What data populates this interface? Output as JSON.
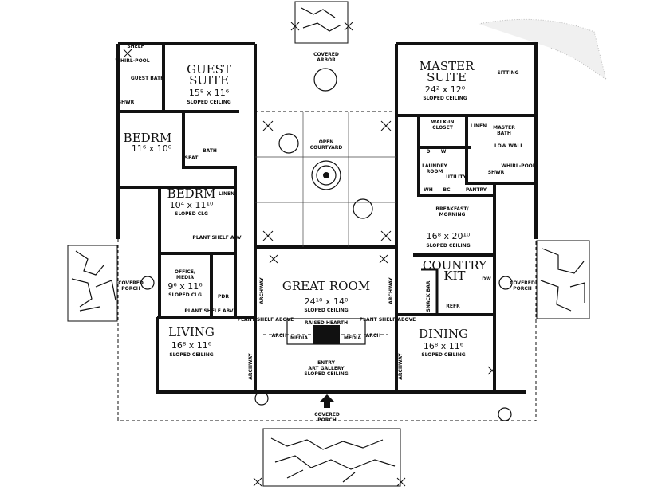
{
  "rooms": {
    "guest_suite": {
      "name1": "GUEST",
      "name2": "SUITE",
      "size": "15⁸ x 11⁶",
      "note": "SLOPED CEILING"
    },
    "guest_bath": {
      "name": "GUEST BATH",
      "whirlpool": "WHIRL-POOL",
      "shower": "SHWR",
      "shelf": "SHELF"
    },
    "covered_arbor": {
      "name1": "COVERED",
      "name2": "ARBOR"
    },
    "master_suite": {
      "name1": "MASTER",
      "name2": "SUITE",
      "size": "24² x 12⁰",
      "note": "SLOPED CEILING",
      "sitting": "SITTING"
    },
    "bedrm1": {
      "name": "BEDRM",
      "size": "11⁶ x 10⁰"
    },
    "bath": {
      "name": "BATH",
      "seat": "SEAT"
    },
    "courtyard": {
      "name1": "OPEN",
      "name2": "COURTYARD"
    },
    "walk_in_closet": {
      "name1": "WALK-IN",
      "name2": "CLOSET",
      "linen": "LINEN"
    },
    "master_bath": {
      "name1": "MASTER",
      "name2": "BATH",
      "low_wall": "LOW WALL",
      "whirlpool": "WHIRL-POOL",
      "shower": "SHWR"
    },
    "laundry": {
      "name1": "LAUNDRY",
      "name2": "ROOM",
      "dryer": "D",
      "washer": "W",
      "utility": "UTILITY",
      "wh": "WH",
      "bc": "BC",
      "pantry": "PANTRY"
    },
    "bedrm2": {
      "name": "BEDRM",
      "size": "10⁴ x 11¹⁰",
      "note": "SLOPED CLG",
      "linen": "LINEN",
      "plant_shelf": "PLANT SHELF ABV"
    },
    "breakfast": {
      "name1": "BREAKFAST/",
      "name2": "MORNING",
      "size": "16⁸ x 20¹⁰",
      "note": "SLOPED CEILING"
    },
    "office": {
      "name1": "OFFICE/",
      "name2": "MEDIA",
      "size": "9⁶ x 11⁶",
      "note": "SLOPED CLG",
      "plant_shelf": "PLANT SHELF ABV",
      "pdr": "PDR"
    },
    "great_room": {
      "name": "GREAT ROOM",
      "size": "24¹⁰ x 14⁰",
      "note": "SLOPED CEILING",
      "hearth": "RAISED HEARTH",
      "media": "MEDIA",
      "arch": "ARCH",
      "archway": "ARCHWAY",
      "plant_shelf": "PLANT SHELF ABOVE"
    },
    "country_kit": {
      "name1": "COUNTRY",
      "name2": "KIT",
      "refr": "REFR",
      "dw": "DW",
      "snack_bar": "SNACK BAR"
    },
    "living": {
      "name": "LIVING",
      "size": "16⁸ x 11⁶",
      "note": "SLOPED CEILING"
    },
    "dining": {
      "name": "DINING",
      "size": "16⁸ x 11⁶",
      "note": "SLOPED CEILING"
    },
    "entry": {
      "name1": "ENTRY",
      "name2": "ART GALLERY",
      "note": "SLOPED CEILING"
    },
    "porch_left": {
      "name1": "COVERED",
      "name2": "PORCH"
    },
    "porch_right": {
      "name1": "COVERED",
      "name2": "PORCH"
    },
    "porch_front": {
      "name1": "COVERED",
      "name2": "PORCH"
    }
  }
}
